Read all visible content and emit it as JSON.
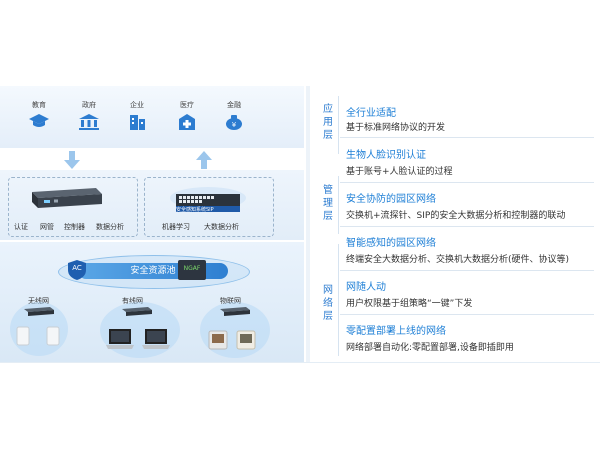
{
  "industries": [
    "教育",
    "政府",
    "企业",
    "医疗",
    "金融"
  ],
  "mgmt": {
    "left_labels": [
      "认证",
      "网管",
      "控制器",
      "数据分析"
    ],
    "right_labels": [
      "机器学习",
      "大数据分析"
    ],
    "device_text": "安全感知系统SIP"
  },
  "pool": {
    "label": "安全资源池",
    "ac_badge": "AC",
    "ngaf_badge": "NGAF"
  },
  "networks": [
    "无线网",
    "有线网",
    "物联网"
  ],
  "layers": [
    {
      "name": "应用层"
    },
    {
      "name": "管理层"
    },
    {
      "name": "网络层"
    }
  ],
  "items": [
    {
      "title": "全行业适配",
      "desc": "基于标准网络协议的开发"
    },
    {
      "title": "生物人脸识别认证",
      "desc": "基于账号+人脸认证的过程"
    },
    {
      "title": "安全协防的园区网络",
      "desc": "交换机+流探针、SIP的安全大数据分析和控制器的联动"
    },
    {
      "title": "智能感知的园区网络",
      "desc": "终端安全大数据分析、交换机大数据分析(硬件、协议等)"
    },
    {
      "title": "网随人动",
      "desc": "用户权限基于组策略“一键”下发"
    },
    {
      "title": "零配置部署上线的网络",
      "desc": "网络部署自动化:零配置部署,设备即插即用"
    }
  ],
  "colors": {
    "accent": "#1e7fd6",
    "icon": "#2d7cd0",
    "panel": "#e6f0fa"
  }
}
